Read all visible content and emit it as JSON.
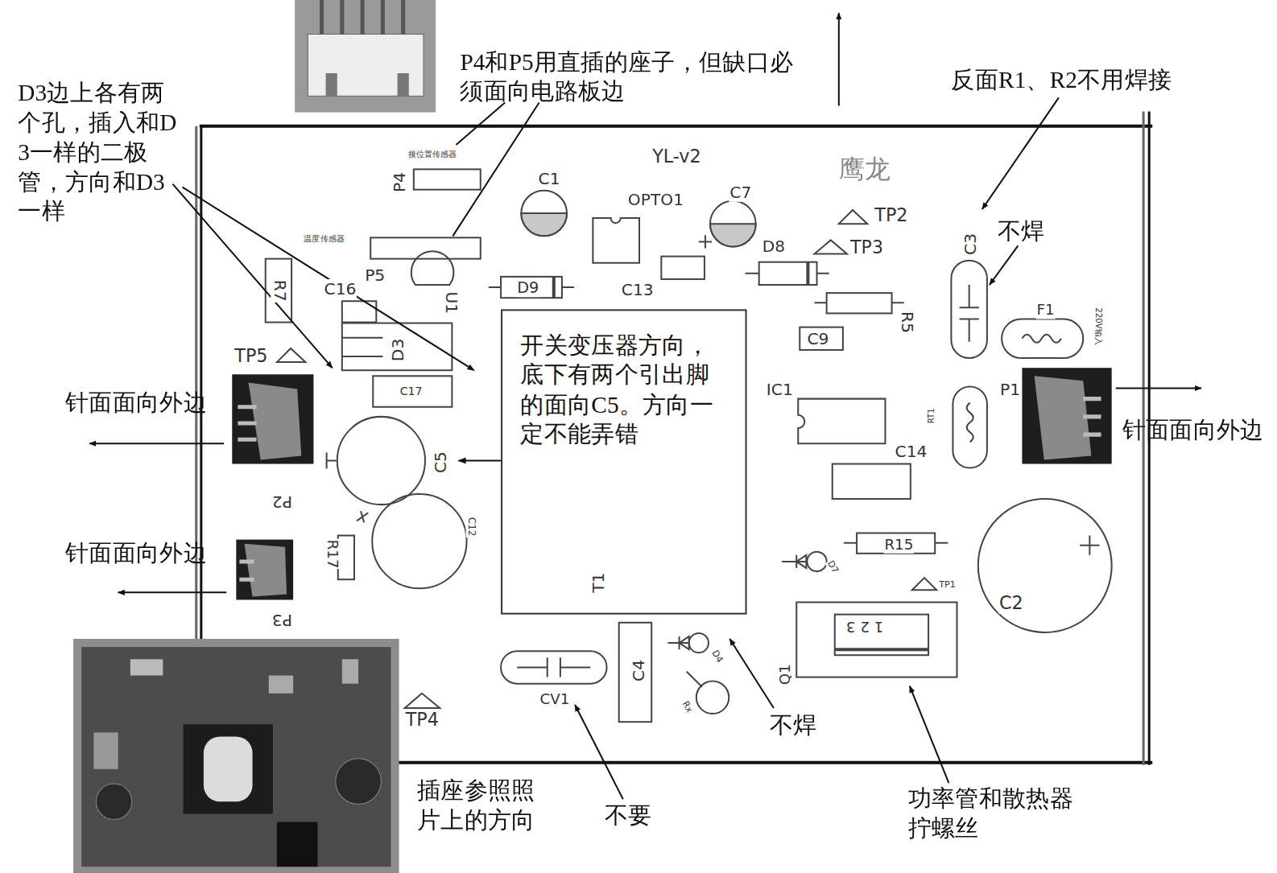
{
  "diagram": {
    "nodes": [
      {
        "text": [
          "开关变压器方向，底下有两个引出脚的面向C5。方向一定不能弄错",
          "T1"
        ]
      },
      {
        "text": [
          "C5"
        ]
      }
    ],
    "edges": [
      {
        "from": 0,
        "to": 1,
        "arrow": "to"
      }
    ],
    "labels": [
      "P4和P5用直插的座子，但缺口必须面向电路板边",
      "反面R1、R2不用焊接",
      "D3边上各有两个孔，插入和D3一样的二极管，方向和D3一样",
      "不焊",
      "针面面向外边",
      "针面面向外边",
      "针面面向外边",
      "插座参照照片上的方向",
      "不要",
      "不焊",
      "功率管和散热器拧螺丝",
      "YL-v2",
      "鹰龙",
      "C1",
      "OPTO1",
      "C7",
      "TP2",
      "TP3",
      "D8",
      "C3",
      "P4",
      "P5",
      "R7",
      "C16",
      "U1",
      "D9",
      "C13",
      "R5",
      "F1",
      "220V输入",
      "TP5",
      "D3",
      "C9",
      "C17",
      "IC1",
      "P1",
      "RT1",
      "C14",
      "P2",
      "R17",
      "C12",
      "R15",
      "D7",
      "TP1",
      "C2",
      "1 2 3",
      "P3",
      "C4",
      "Q1",
      "D4",
      "Rx",
      "CV1",
      "TP4",
      "接位置传感器",
      "温度传感器"
    ]
  }
}
